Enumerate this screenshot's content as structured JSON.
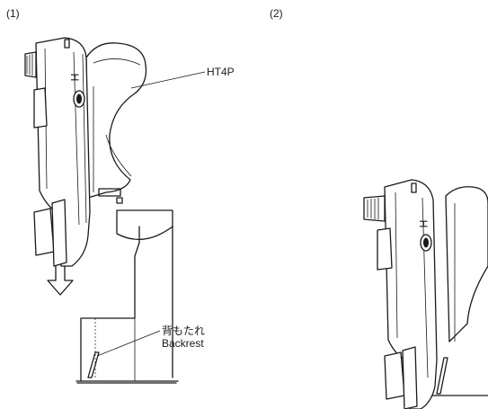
{
  "figure": {
    "step1_label": "(1)",
    "step2_label": "(2)",
    "device_label": "HT4P",
    "device_glyph": "H",
    "backrest_label_ja": "背もたれ",
    "backrest_label_en": "Backrest"
  },
  "icons": {
    "down_arrow": "down-arrow-icon",
    "connector": "connector-icon"
  }
}
